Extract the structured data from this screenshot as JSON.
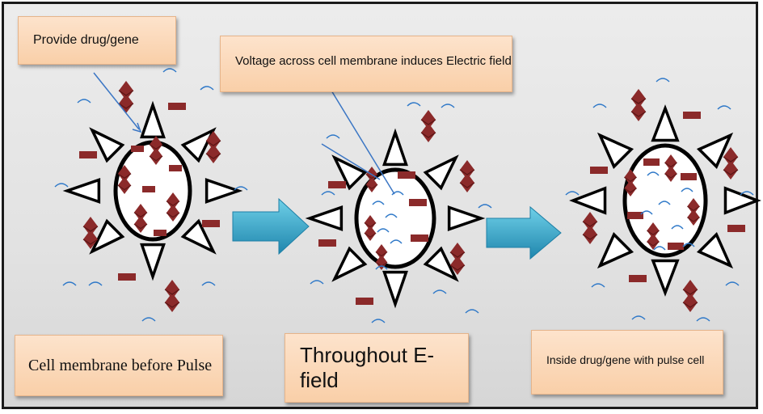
{
  "labels": {
    "provide": "Provide drug/gene",
    "voltage": "Voltage across cell membrane induces Electric field",
    "before": "Cell membrane before Pulse",
    "throughout": "Throughout E-field",
    "inside": "Inside drug/gene with pulse cell"
  },
  "colors": {
    "drug": "#8b2a2a",
    "arrow": "#2a9ec0",
    "wave": "#2e78c8",
    "membrane": "#000000",
    "callout": "#fad5b4"
  }
}
